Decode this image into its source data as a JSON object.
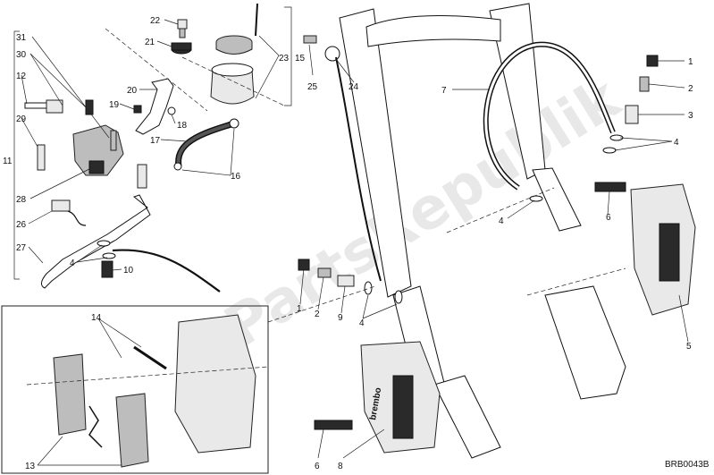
{
  "diagram": {
    "code": "BRB0043B",
    "watermark": "PartsRepublik",
    "callouts": [
      {
        "id": "c22",
        "label": "22"
      },
      {
        "id": "c21",
        "label": "21"
      },
      {
        "id": "c31",
        "label": "31"
      },
      {
        "id": "c30",
        "label": "30"
      },
      {
        "id": "c12",
        "label": "12"
      },
      {
        "id": "c29",
        "label": "29"
      },
      {
        "id": "c11",
        "label": "11"
      },
      {
        "id": "c20",
        "label": "20"
      },
      {
        "id": "c19",
        "label": "19"
      },
      {
        "id": "c18",
        "label": "18"
      },
      {
        "id": "c17",
        "label": "17"
      },
      {
        "id": "c16",
        "label": "16"
      },
      {
        "id": "c23",
        "label": "23"
      },
      {
        "id": "c15",
        "label": "15"
      },
      {
        "id": "c28",
        "label": "28"
      },
      {
        "id": "c26",
        "label": "26"
      },
      {
        "id": "c27",
        "label": "27"
      },
      {
        "id": "c4a",
        "label": "4"
      },
      {
        "id": "c10",
        "label": "10"
      },
      {
        "id": "c25",
        "label": "25"
      },
      {
        "id": "c24",
        "label": "24"
      },
      {
        "id": "c7",
        "label": "7"
      },
      {
        "id": "c1a",
        "label": "1"
      },
      {
        "id": "c2a",
        "label": "2"
      },
      {
        "id": "c3",
        "label": "3"
      },
      {
        "id": "c4b",
        "label": "4"
      },
      {
        "id": "c4c",
        "label": "4"
      },
      {
        "id": "c6a",
        "label": "6"
      },
      {
        "id": "c1b",
        "label": "1"
      },
      {
        "id": "c2b",
        "label": "2"
      },
      {
        "id": "c9",
        "label": "9"
      },
      {
        "id": "c4d",
        "label": "4"
      },
      {
        "id": "c5",
        "label": "5"
      },
      {
        "id": "c14",
        "label": "14"
      },
      {
        "id": "c13",
        "label": "13"
      },
      {
        "id": "c6b",
        "label": "6"
      },
      {
        "id": "c8",
        "label": "8"
      }
    ]
  }
}
